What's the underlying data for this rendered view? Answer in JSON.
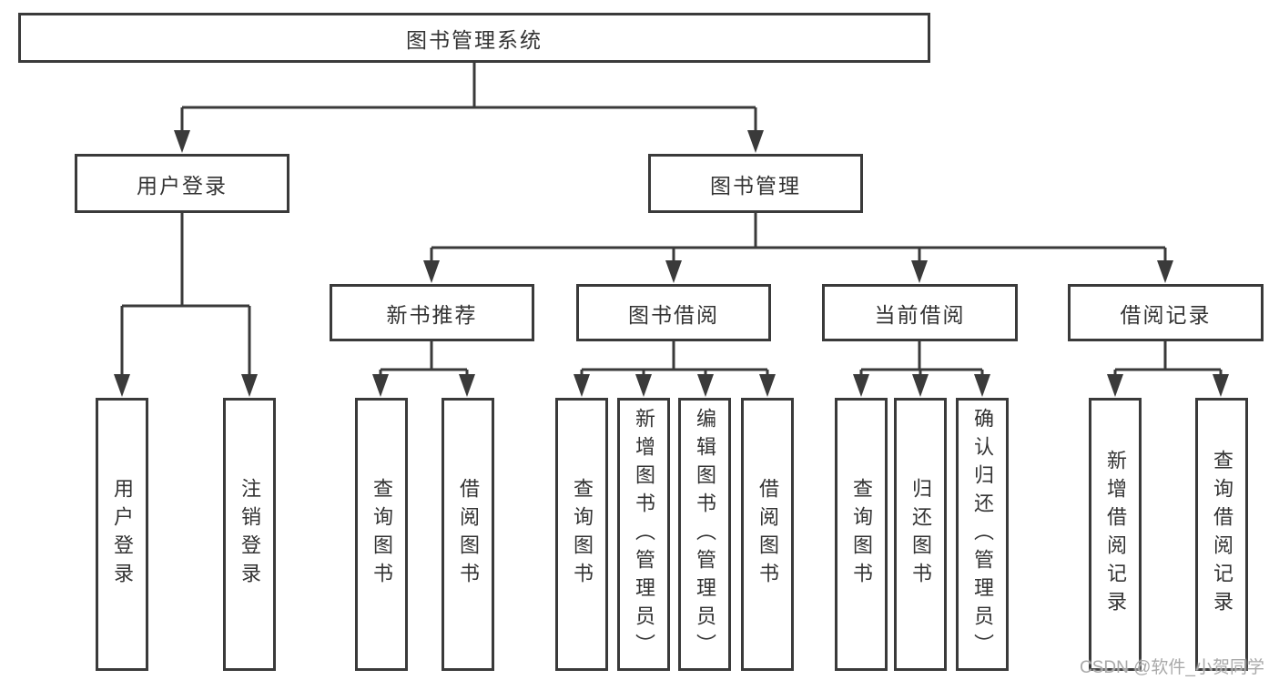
{
  "diagram": {
    "tree": {
      "root": {
        "label": "图书管理系统"
      },
      "branches": [
        {
          "label": "用户登录",
          "children": [
            {
              "label": "用户登录"
            },
            {
              "label": "注销登录"
            }
          ]
        },
        {
          "label": "图书管理",
          "children": [
            {
              "label": "新书推荐",
              "children": [
                {
                  "label": "查询图书"
                },
                {
                  "label": "借阅图书"
                }
              ]
            },
            {
              "label": "图书借阅",
              "children": [
                {
                  "label": "查询图书"
                },
                {
                  "label": "新增图书（管理员）"
                },
                {
                  "label": "编辑图书（管理员）"
                },
                {
                  "label": "借阅图书"
                }
              ]
            },
            {
              "label": "当前借阅",
              "children": [
                {
                  "label": "查询图书"
                },
                {
                  "label": "归还图书"
                },
                {
                  "label": "确认归还（管理员）"
                }
              ]
            },
            {
              "label": "借阅记录",
              "children": [
                {
                  "label": "新增借阅记录"
                },
                {
                  "label": "查询借阅记录"
                }
              ]
            }
          ]
        }
      ]
    },
    "colors": {
      "line": "#3a3a3a",
      "text": "#333333",
      "background": "#ffffff",
      "watermark": "#a9a9a9"
    }
  },
  "watermark": {
    "text": "CSDN @软件_小贺同学"
  }
}
